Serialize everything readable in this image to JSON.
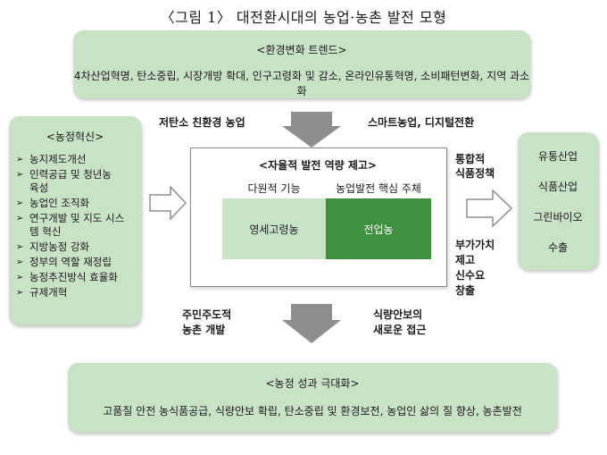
{
  "title": "〈그림 1〉 대전환시대의 농업·농촌 발전 모형",
  "trends": {
    "heading": "<환경변화 트렌드>",
    "body": "4차산업혁명, 탄소중립, 시장개방 확대, 인구고령화 및 감소, 온라인유통혁명, 소비패턴변화, 지역 과소화"
  },
  "top_flow": {
    "left": "저탄소 친환경 농업",
    "right": "스마트농업, 디지털전환"
  },
  "innovation": {
    "heading": "<농정혁신>",
    "items": [
      "농지제도개선",
      "인력공급 및 청년농\n육성",
      "농업인 조직화",
      "연구개발 및 지도 시스\n템 혁신",
      "지방농정 강화",
      "정부의 역할 재정립",
      "농정추진방식 효율화",
      "규제개혁"
    ]
  },
  "core": {
    "heading": "<자율적 발전 역량 제고>",
    "left_sub": "다원적 기능",
    "right_sub": "농업발전 핵심 주체",
    "left_box": "영세고령농",
    "right_box": "전업농"
  },
  "right_notes": {
    "top": "통합적\n식품정책",
    "bottom": "부가가치\n제고\n신수요\n창출"
  },
  "industries": {
    "items": [
      "유통산업",
      "식품산업",
      "그린바이오",
      "수출"
    ]
  },
  "bottom_flow": {
    "left": "주민주도적\n농촌 개발",
    "right": "식량안보의\n새로운 접근"
  },
  "results": {
    "heading": "<농정 성과 극대화>",
    "body": "고품질 안전 농식품공급, 식량안보 확립, 탄소중립 및 환경보전, 농업인 삶의 질 향상, 농촌발전"
  },
  "colors": {
    "panel": "#c8e2c5",
    "dark_green": "#3f9140",
    "arrow_gray": "#8e8e8e"
  }
}
